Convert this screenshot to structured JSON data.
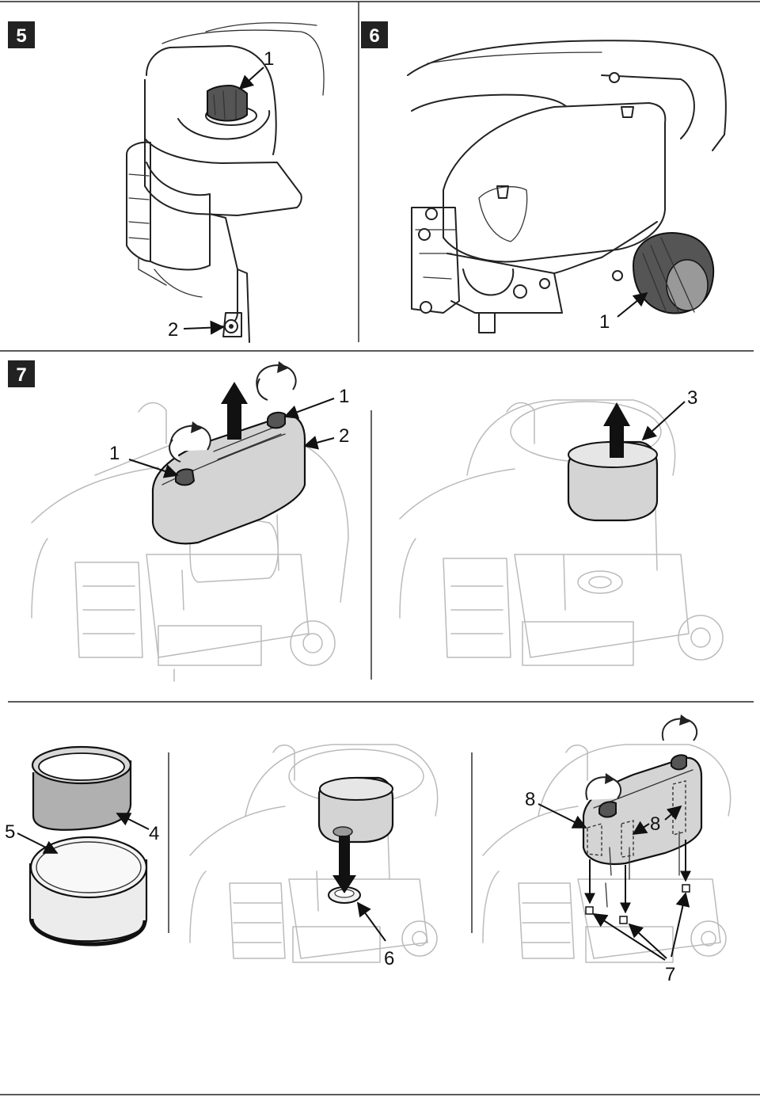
{
  "figures": {
    "fig5": {
      "number": "5",
      "callouts": [
        "1",
        "2"
      ]
    },
    "fig6": {
      "number": "6",
      "callouts": [
        "1"
      ]
    },
    "fig7": {
      "number": "7",
      "callouts_left": [
        "1",
        "1",
        "2"
      ],
      "callouts_right": [
        "3"
      ]
    },
    "bottom": {
      "callouts_left": [
        "4",
        "5"
      ],
      "callouts_middle": [
        "6"
      ],
      "callouts_right": [
        "8",
        "8",
        "7"
      ]
    }
  },
  "colors": {
    "badge": "#222222",
    "part": "#d4d4d4",
    "ghost_line": "#bbbbbb"
  }
}
